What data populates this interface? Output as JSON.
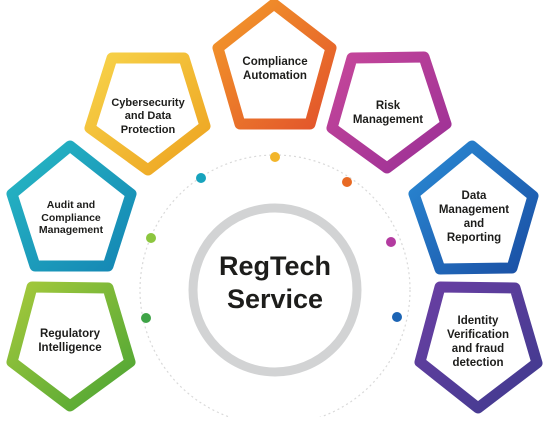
{
  "center": {
    "line1": "RegTech",
    "line2": "Service"
  },
  "nodes": [
    {
      "id": "compliance-automation",
      "lines": [
        "Compliance",
        "Automation"
      ],
      "color": "#e96a1f"
    },
    {
      "id": "risk-management",
      "lines": [
        "Risk",
        "Management"
      ],
      "color": "#b33ba0"
    },
    {
      "id": "data-management-reporting",
      "lines": [
        "Data",
        "Management",
        "and",
        "Reporting"
      ],
      "color": "#1c64b4"
    },
    {
      "id": "identity-verification",
      "lines": [
        "Identity",
        "Verification",
        "and fraud",
        "detection"
      ],
      "color": "#5a3c97"
    },
    {
      "id": "regulatory-intelligence",
      "lines": [
        "Regulatory",
        "Intelligence"
      ],
      "color": "#7ab738"
    },
    {
      "id": "audit-compliance-management",
      "lines": [
        "Audit and",
        "Compliance",
        "Management"
      ],
      "color": "#17a3bd"
    },
    {
      "id": "cybersecurity-data-protection",
      "lines": [
        "Cybersecurity",
        "and Data",
        "Protection"
      ],
      "color": "#f2b62a"
    }
  ]
}
